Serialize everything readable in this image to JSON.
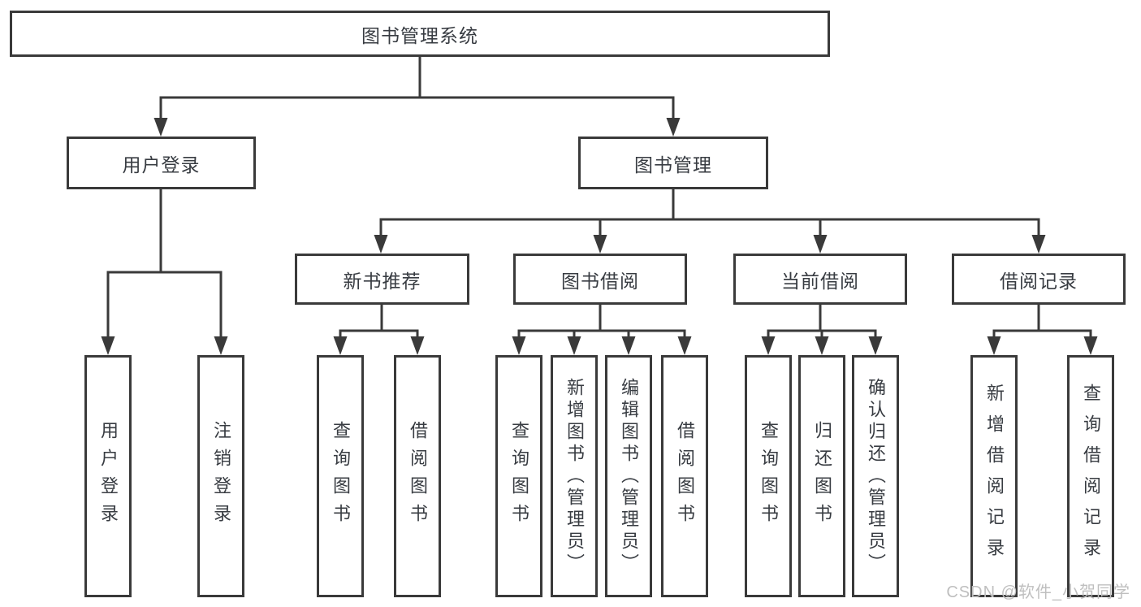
{
  "tree": {
    "root": "图书管理系统",
    "branches": [
      {
        "label": "用户登录",
        "leaves": [
          "用户登录",
          "注销登录"
        ]
      },
      {
        "label": "图书管理",
        "groups": [
          {
            "label": "新书推荐",
            "leaves": [
              "查询图书",
              "借阅图书"
            ]
          },
          {
            "label": "图书借阅",
            "leaves": [
              "查询图书",
              "新增图书（管理员）",
              "编辑图书（管理员）",
              "借阅图书"
            ]
          },
          {
            "label": "当前借阅",
            "leaves": [
              "查询图书",
              "归还图书",
              "确认归还（管理员）"
            ]
          },
          {
            "label": "借阅记录",
            "leaves": [
              "新增借阅记录",
              "查询借阅记录"
            ]
          }
        ]
      }
    ]
  },
  "watermark": "CSDN @软件_小贺同学",
  "colors": {
    "line": "#3a3a3a",
    "text": "#383c42",
    "watermark": "#bfbfbf",
    "background": "#ffffff"
  }
}
